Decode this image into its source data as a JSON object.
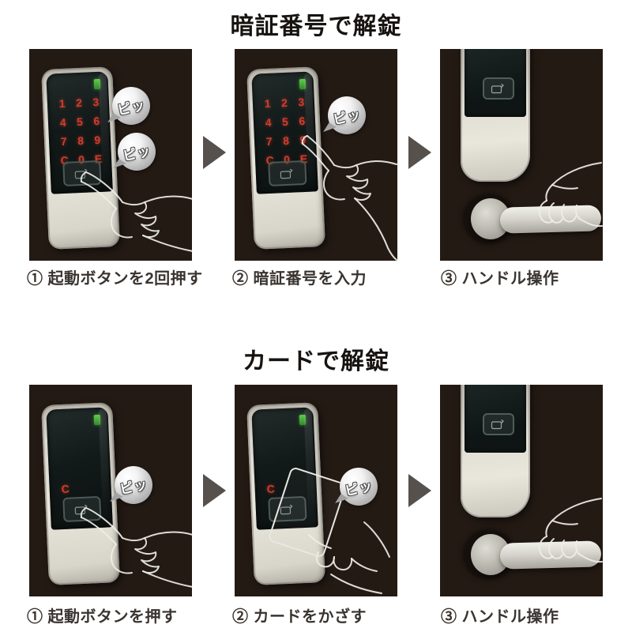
{
  "colors": {
    "page_bg": "#ffffff",
    "panel_bg": "#241a14",
    "arrow": "#56514d",
    "keypad_red": "#d23b30",
    "battery_green": "#46b337",
    "title_text": "#161310",
    "caption_text": "#3a3430",
    "bubble_text": "#ffffff"
  },
  "sections": [
    {
      "title": "暗証番号で解錠",
      "steps": [
        {
          "caption": "① 起動ボタンを2回押す",
          "bubbles": [
            "ピッ",
            "ピッ"
          ]
        },
        {
          "caption": "② 暗証番号を入力",
          "bubbles": [
            "ピッ"
          ]
        },
        {
          "caption": "③ ハンドル操作",
          "bubbles": []
        }
      ]
    },
    {
      "title": "カードで解錠",
      "steps": [
        {
          "caption": "① 起動ボタンを押す",
          "bubbles": [
            "ピッ"
          ]
        },
        {
          "caption": "② カードをかざす",
          "bubbles": [
            "ピッ"
          ]
        },
        {
          "caption": "③ ハンドル操作",
          "bubbles": []
        }
      ]
    }
  ],
  "device": {
    "keypad_keys": [
      "1",
      "2",
      "3",
      "4",
      "5",
      "6",
      "7",
      "8",
      "9",
      "C",
      "0",
      "E"
    ],
    "wake_key": "C"
  }
}
